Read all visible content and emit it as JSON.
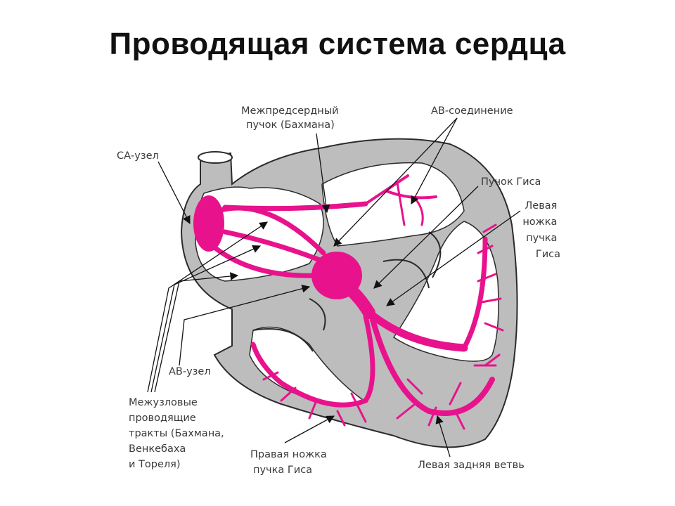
{
  "title": "Проводящая система сердца",
  "colors": {
    "conduction": "#e8138c",
    "wall": "#bdbdbd",
    "outline": "#2b2b2b",
    "label": "#3a3a3a"
  },
  "labels": {
    "interatrial_bundle": [
      "Межпредсердный",
      "пучок (Бахмана)"
    ],
    "av_junction": [
      "АВ-соединение"
    ],
    "sa_node": [
      "СА-узел"
    ],
    "his_bundle": [
      "Пучок Гиса"
    ],
    "left_bundle_branch": [
      "Левая",
      "ножка",
      "пучка",
      "Гиса"
    ],
    "av_node": [
      "АВ-узел"
    ],
    "internodal_tracts": [
      "Межузловые",
      "проводящие",
      "тракты (Бахмана,",
      "Венкебаха",
      "и Тореля)"
    ],
    "right_bundle_branch": [
      "Правая ножка",
      "пучка Гиса"
    ],
    "left_posterior_fascicle": [
      "Левая задняя ветвь"
    ]
  }
}
